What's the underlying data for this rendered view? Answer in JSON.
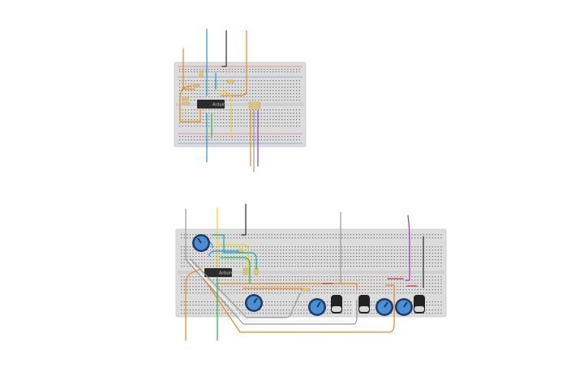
{
  "circuits": [
    {
      "id": "top",
      "chip_label": "Arduino",
      "colors": {
        "board": "#dcdcdc",
        "hole": "#6e6e6e",
        "rail_red": "#d9534f",
        "rail_blue": "#5b7fbf"
      }
    },
    {
      "id": "bottom",
      "chip_label": "Arduino",
      "colors": {
        "board": "#dcdcdc",
        "hole": "#6e6e6e",
        "knob": "#4a8fd6",
        "capacitor": "#222222"
      }
    }
  ],
  "wire_colors": {
    "orange": "#e8891c",
    "blue": "#1f9bd7",
    "black": "#2a2a2a",
    "yellow": "#f2d21b",
    "green": "#2fb24a",
    "purple": "#8c3fc1",
    "gray": "#9a9a9a",
    "red": "#d62c2c",
    "white": "#f2f2f2",
    "teal": "#18a9a0"
  },
  "components": {
    "potentiometer_icon": "potentiometer-icon",
    "capacitor_icon": "capacitor-icon",
    "resistor_icon": "resistor-icon",
    "chip_icon": "ic-chip-icon"
  }
}
